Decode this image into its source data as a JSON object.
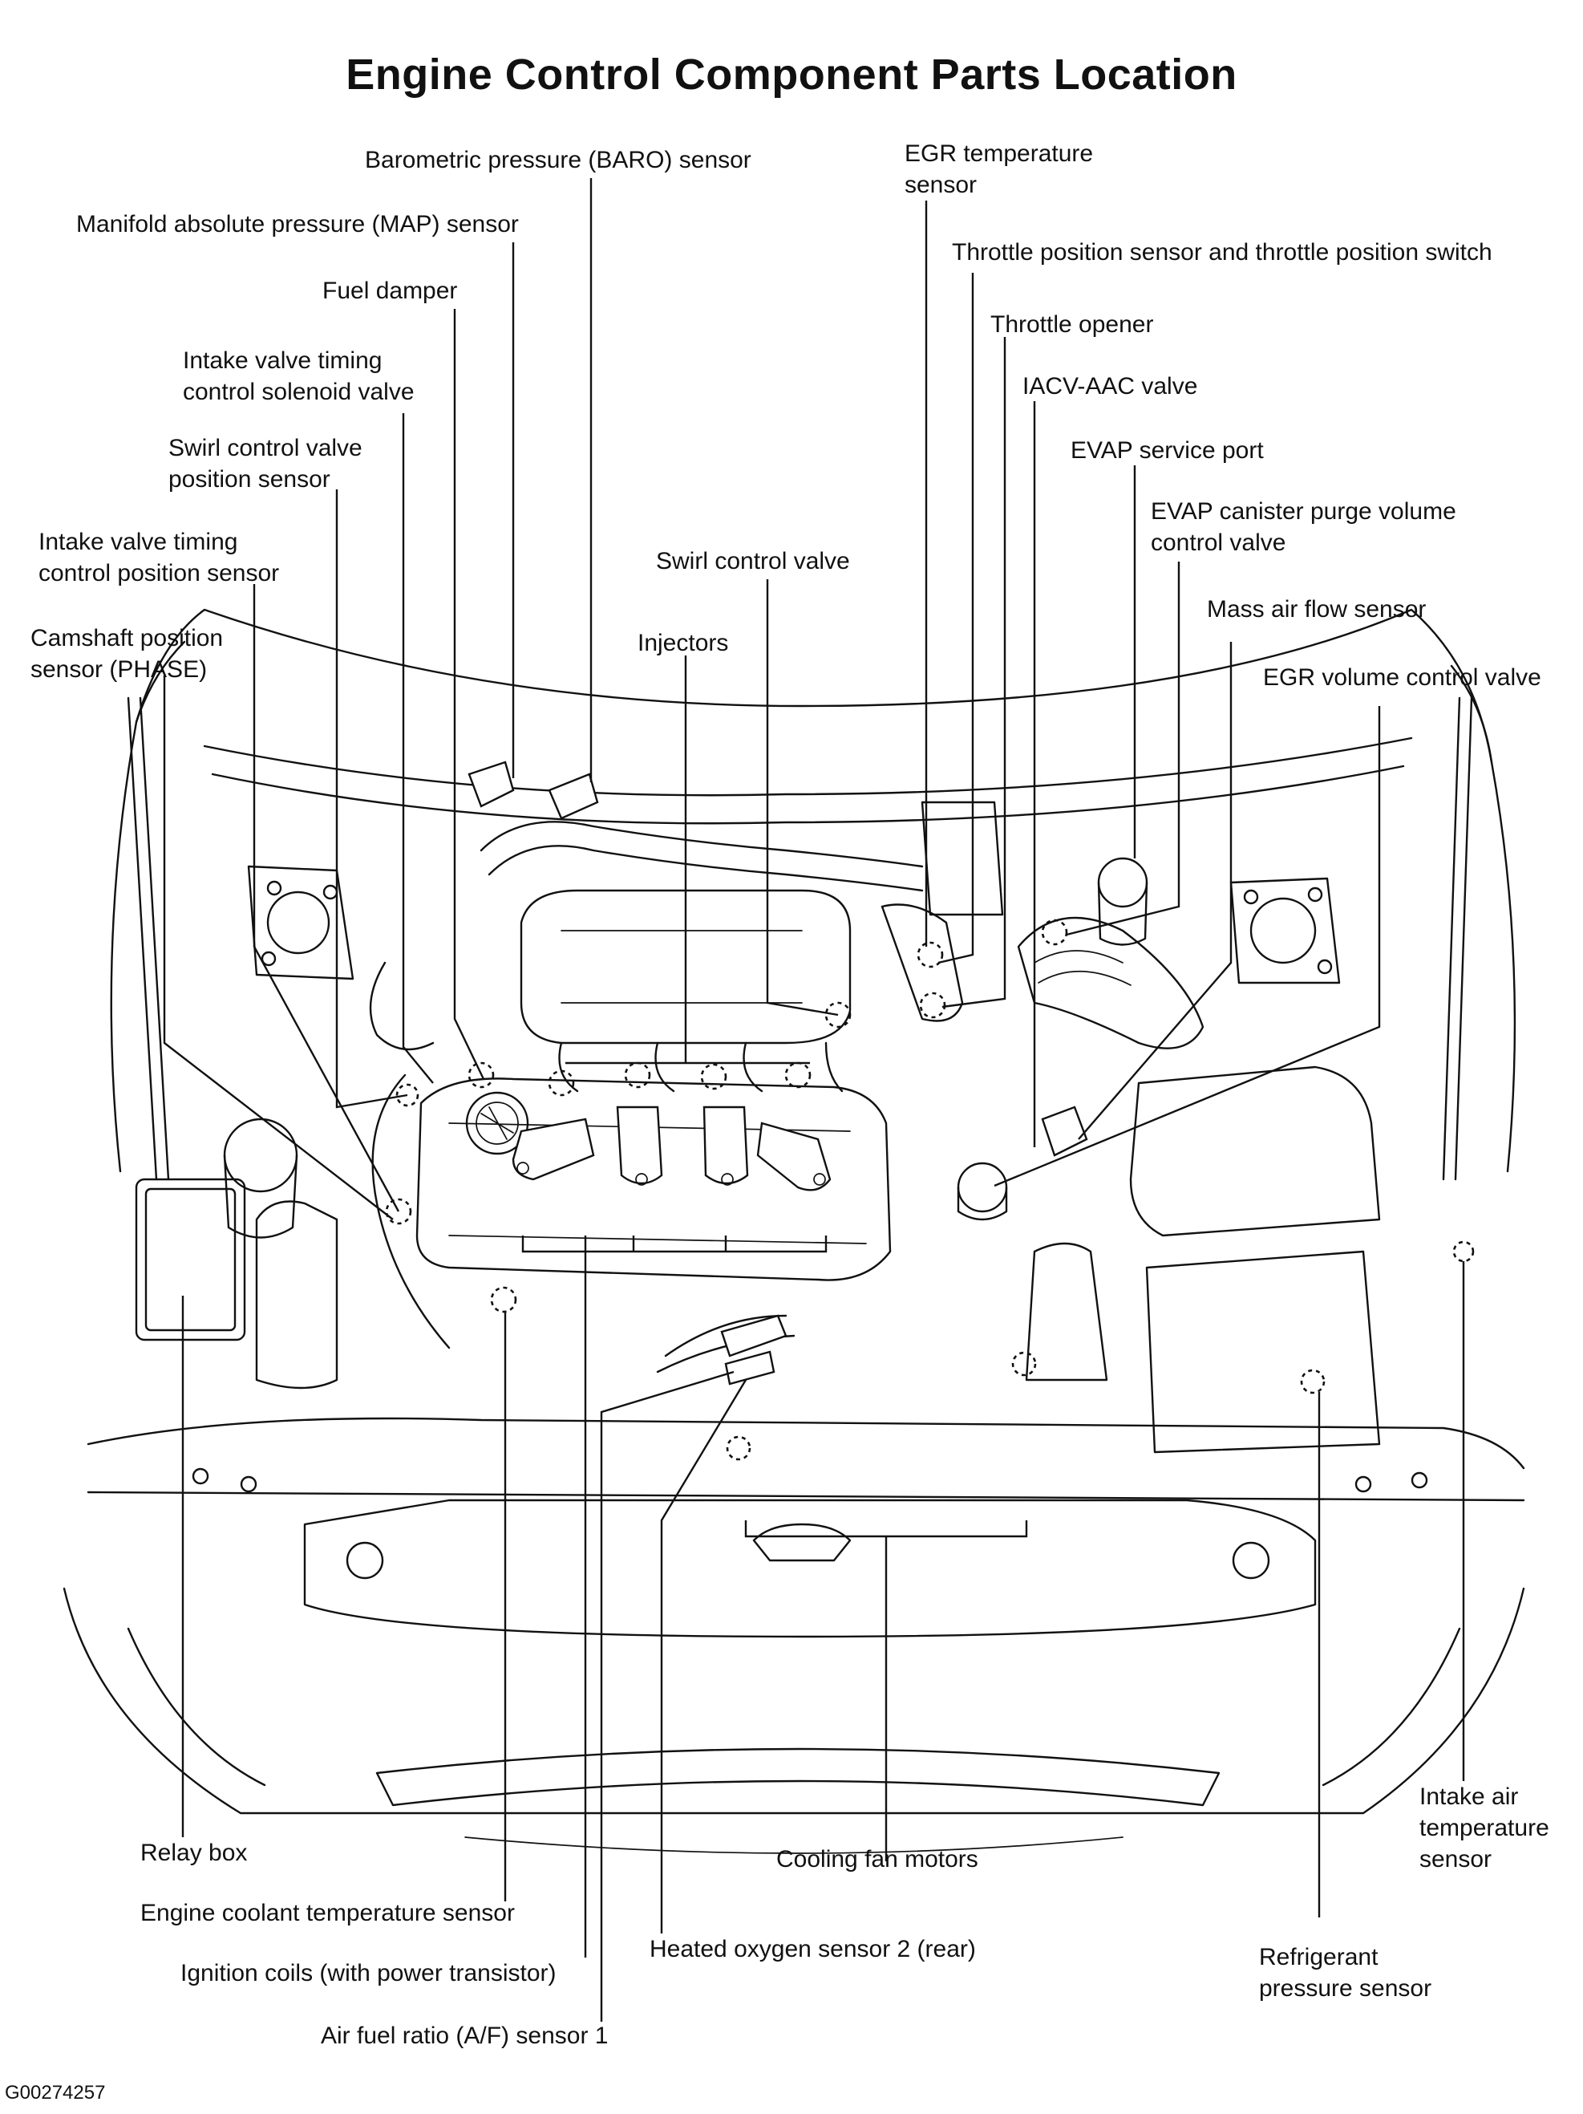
{
  "title": "Engine Control Component Parts Location",
  "figure_id": "G00274257",
  "labels": {
    "baro": "Barometric pressure (BARO) sensor",
    "map": "Manifold absolute pressure (MAP) sensor",
    "fuel_damper": "Fuel damper",
    "ivt_solenoid": "Intake valve timing\ncontrol solenoid valve",
    "swirl_pos": "Swirl control valve\nposition sensor",
    "ivt_pos": "Intake valve timing\ncontrol position sensor",
    "camshaft": "Camshaft position\nsensor (PHASE)",
    "swirl_valve": "Swirl control valve",
    "injectors": "Injectors",
    "egr_temp": "EGR temperature\nsensor",
    "throttle_pos": "Throttle position sensor and throttle position switch",
    "throttle_opener": "Throttle opener",
    "iacv": "IACV-AAC valve",
    "evap_port": "EVAP service port",
    "evap_canister": "EVAP canister purge volume\ncontrol valve",
    "maf": "Mass air flow sensor",
    "egr_volume": "EGR volume control valve",
    "relay_box": "Relay box",
    "coolant_temp": "Engine coolant temperature sensor",
    "ignition_coils": "Ignition coils (with power transistor)",
    "af_sensor": "Air fuel ratio (A/F) sensor 1",
    "cooling_fan": "Cooling fan motors",
    "ho2s2": "Heated oxygen sensor 2 (rear)",
    "intake_air_temp": "Intake air\ntemperature\nsensor",
    "refrigerant": "Refrigerant\npressure sensor"
  }
}
